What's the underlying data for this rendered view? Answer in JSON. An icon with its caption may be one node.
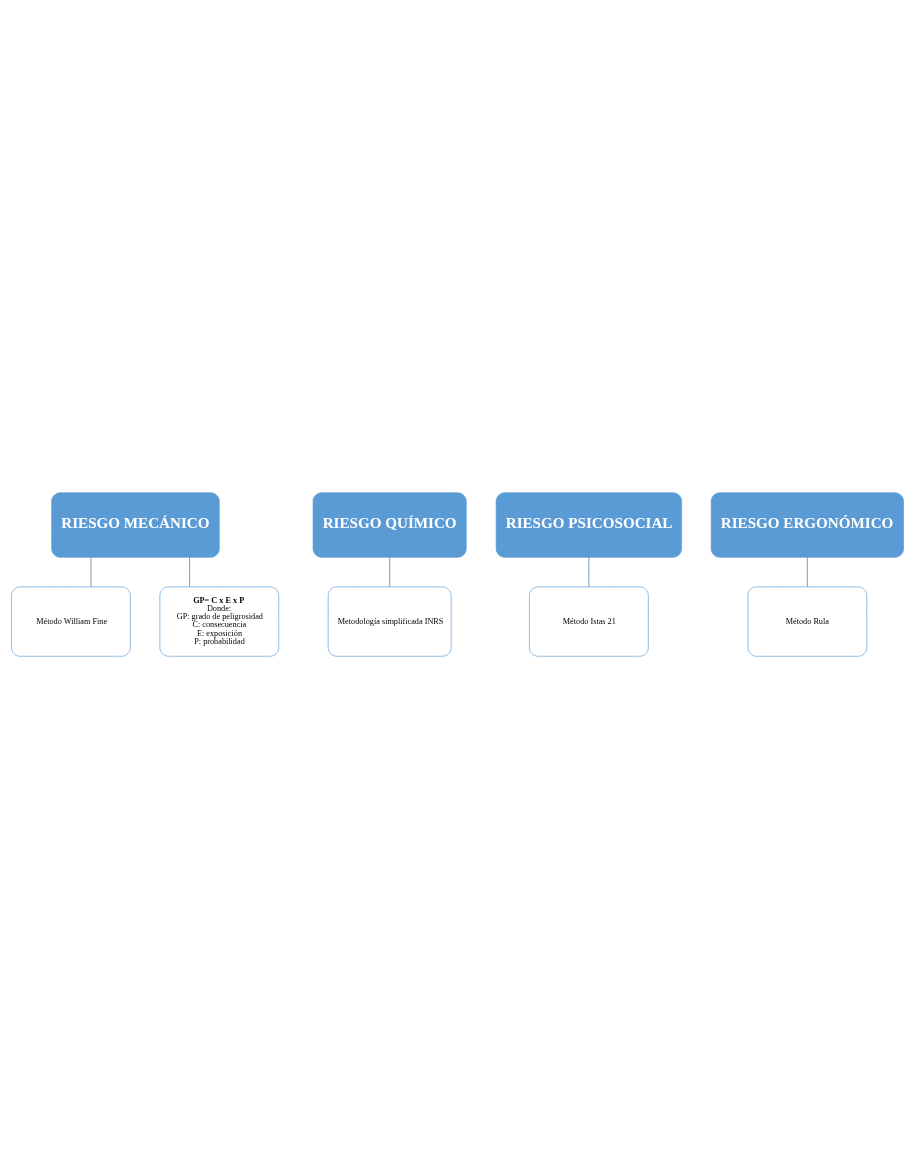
{
  "diagram": {
    "nodes": [
      {
        "text": [
          "RIESGO MECÁNICO"
        ]
      },
      {
        "text": [
          "Método William Fine"
        ]
      },
      {
        "text": [
          "GP= C x E x P",
          "Donde:",
          "GP: grado de peligrosidad",
          "C: consecuencia",
          "E: exposición",
          "P: probabilidad"
        ]
      },
      {
        "text": [
          "RIESGO QUÍMICO"
        ]
      },
      {
        "text": [
          "Metodología simplificada INRS"
        ]
      },
      {
        "text": [
          "RIESGO PSICOSOCIAL"
        ]
      },
      {
        "text": [
          "Método Istas 21"
        ]
      },
      {
        "text": [
          "RIESGO ERGONÓMICO"
        ]
      },
      {
        "text": [
          "Método Rula"
        ]
      }
    ],
    "edges": [
      {
        "from": 0,
        "to": 1,
        "arrow": "none"
      },
      {
        "from": 0,
        "to": 2,
        "arrow": "none"
      },
      {
        "from": 3,
        "to": 4,
        "arrow": "none"
      },
      {
        "from": 5,
        "to": 6,
        "arrow": "none"
      },
      {
        "from": 7,
        "to": 8,
        "arrow": "none"
      }
    ]
  }
}
